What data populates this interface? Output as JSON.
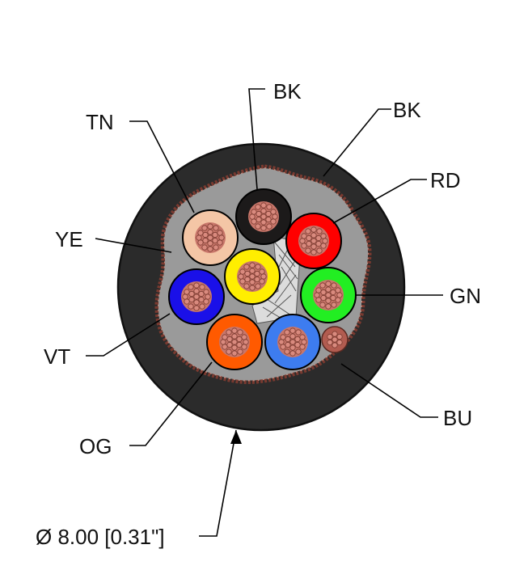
{
  "labels": {
    "bk_center": "BK",
    "bk_jacket": "BK",
    "tn": "TN",
    "rd": "RD",
    "ye": "YE",
    "gn": "GN",
    "vt": "VT",
    "bu": "BU",
    "og": "OG",
    "diameter": "Ø 8.00 [0.31\"]"
  },
  "conductors": [
    {
      "code": "BK",
      "insulation": "#1c1a1a"
    },
    {
      "code": "TN",
      "insulation": "#f4c6a6"
    },
    {
      "code": "RD",
      "insulation": "#ff0000"
    },
    {
      "code": "YE",
      "insulation": "#ffee00"
    },
    {
      "code": "GN",
      "insulation": "#22ee22"
    },
    {
      "code": "VT",
      "insulation": "#1a10e8"
    },
    {
      "code": "OG",
      "insulation": "#ff5a00"
    },
    {
      "code": "BU",
      "insulation": "#3d7cf0"
    }
  ],
  "colors": {
    "jacket": "#2b2b2b",
    "shield": "#7a3a30",
    "copper": "#c8766a"
  }
}
